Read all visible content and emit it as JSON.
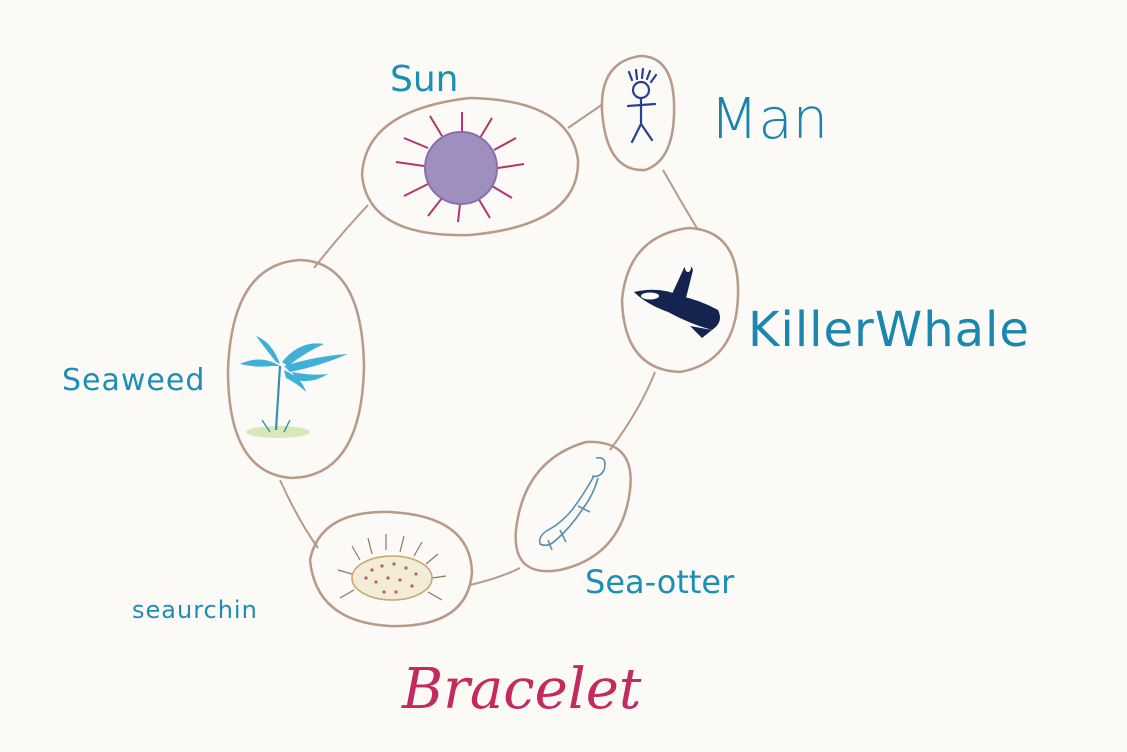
{
  "diagram": {
    "title": "Bracelet",
    "beads": [
      {
        "id": "sun",
        "label": "Sun",
        "icon": "sun-icon"
      },
      {
        "id": "man",
        "label": "Man",
        "icon": "stick-figure-icon"
      },
      {
        "id": "killer-whale",
        "label": "KillerWhale",
        "icon": "killer-whale-icon"
      },
      {
        "id": "sea-otter",
        "label": "Sea-otter",
        "icon": "sea-otter-icon"
      },
      {
        "id": "sea-urchin",
        "label": "seaurchin",
        "icon": "sea-urchin-icon"
      },
      {
        "id": "seaweed",
        "label": "Seaweed",
        "icon": "seaweed-icon"
      }
    ],
    "colors": {
      "paper": "#fbfaf7",
      "bead_outline": "#b89a88",
      "label_text": "#1d8fb5",
      "title_text": "#c42a5e",
      "sun_fill": "#9f8fbf",
      "sun_rays": "#b8336a",
      "whale": "#14244f",
      "seaweed": "#3fb0d8"
    }
  }
}
